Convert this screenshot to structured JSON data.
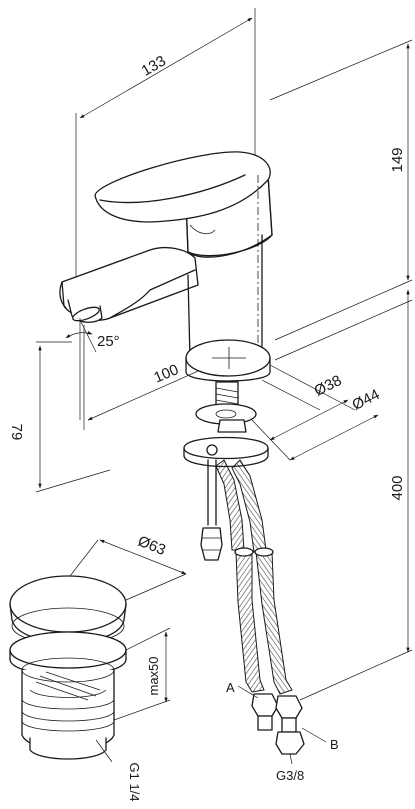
{
  "dimensions": {
    "width_top": "133",
    "height_top": "149",
    "reach": "100",
    "angle": "25°",
    "spout_height": "79",
    "dia_hole": "Ø38",
    "dia_base": "Ø44",
    "hose_length": "400",
    "waste_dia": "Ø63",
    "waste_height": "max50"
  },
  "callouts": {
    "hose_a": "A",
    "hose_b": "B",
    "thread_hose": "G3/8",
    "thread_waste": "G1 1/4"
  }
}
